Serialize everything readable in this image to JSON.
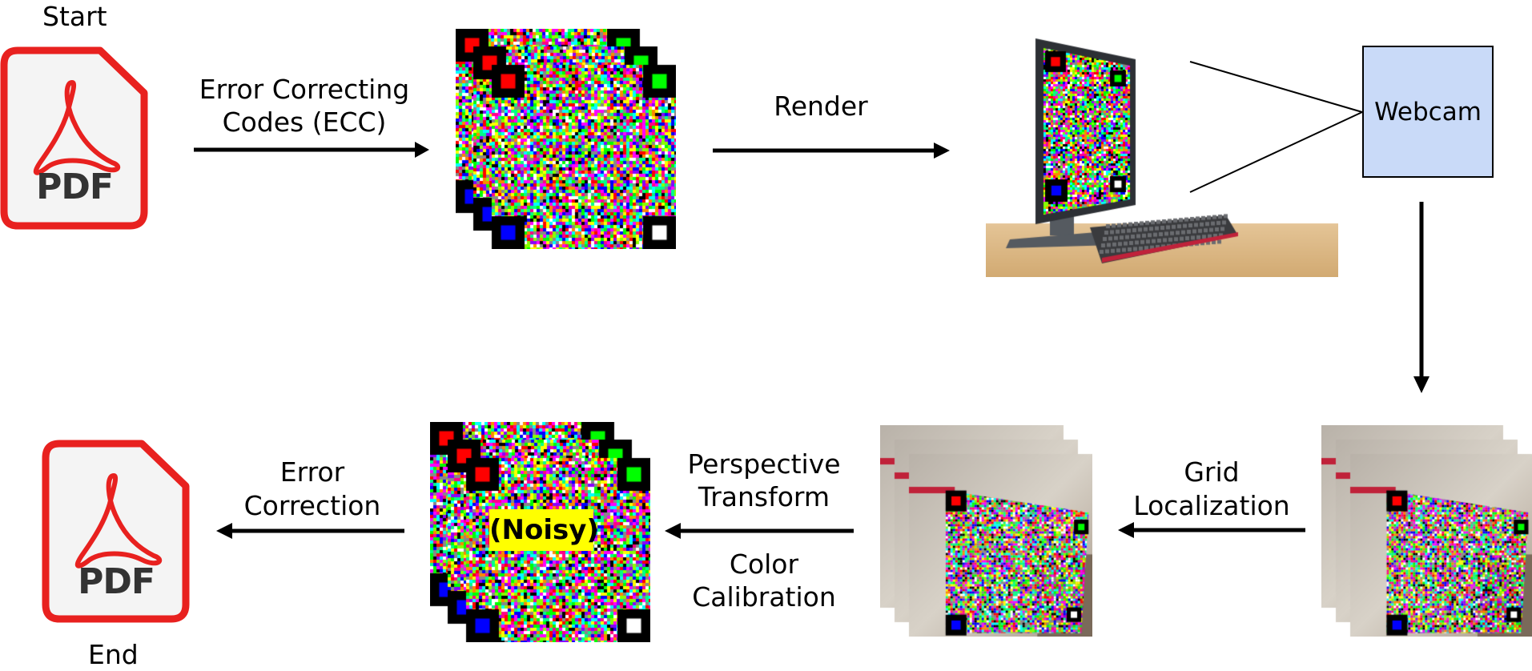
{
  "labels": {
    "start": "Start",
    "end": "End",
    "ecc_line1": "Error Correcting",
    "ecc_line2": "Codes (ECC)",
    "render": "Render",
    "webcam": "Webcam",
    "grid_line1": "Grid",
    "grid_line2": "Localization",
    "perspective_line1": "Perspective",
    "perspective_line2": "Transform",
    "color_line1": "Color",
    "color_line2": "Calibration",
    "errcorr_line1": "Error",
    "errcorr_line2": "Correction",
    "noisy": "(Noisy)"
  },
  "pdf_icons": {
    "word": "PDF",
    "frame_color": "#e8211f",
    "word_color": "#333333"
  },
  "marker_colors": {
    "top_left": "#ff0000",
    "top_right": "#00ff00",
    "bottom_left": "#0000ff",
    "bottom_right": "#ffffff"
  },
  "colors": {
    "webcam_fill": "#c9daf8",
    "noisy_badge": "#ffff00"
  }
}
